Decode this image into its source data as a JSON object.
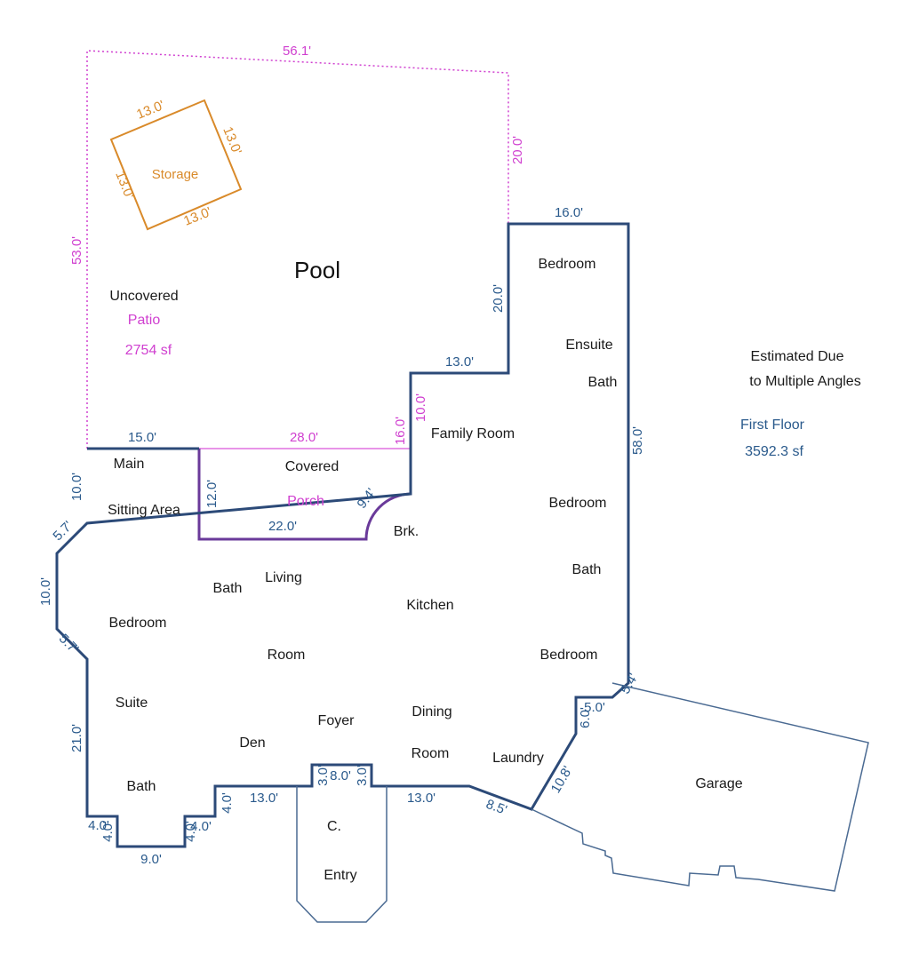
{
  "labels": {
    "pool": "Pool",
    "storage": "Storage",
    "uncovered": "Uncovered",
    "patio": "Patio",
    "patio_area": "2754 sf",
    "estimated_1": "Estimated Due",
    "estimated_2": "to Multiple Angles",
    "first_floor": "First Floor",
    "first_floor_area": "3592.3 sf",
    "covered": "Covered",
    "porch": "Porch"
  },
  "rooms": {
    "bedroom_top": "Bedroom",
    "ensuite": "Ensuite",
    "bath_ensuite": "Bath",
    "family_room": "Family Room",
    "bedroom_mid": "Bedroom",
    "bath_right": "Bath",
    "bedroom_right": "Bedroom",
    "main": "Main",
    "sitting_area": "Sitting Area",
    "brk": "Brk.",
    "bath_left": "Bath",
    "living": "Living",
    "kitchen": "Kitchen",
    "bedroom_left": "Bedroom",
    "room_living": "Room",
    "suite": "Suite",
    "foyer": "Foyer",
    "dining": "Dining",
    "den": "Den",
    "room_dining": "Room",
    "laundry": "Laundry",
    "bath_bottom": "Bath",
    "garage": "Garage",
    "c": "C.",
    "entry": "Entry"
  },
  "dimensions": {
    "d56_1": "56.1'",
    "d53_0": "53.0'",
    "d20_0_pink": "20.0'",
    "storage_top": "13.0'",
    "storage_right": "13.0'",
    "storage_left": "13.0'",
    "storage_bottom": "13.0'",
    "d16_0_top": "16.0'",
    "d20_0_blue": "20.0'",
    "d13_0_mid": "13.0'",
    "d10_0_pink": "10.0'",
    "d16_0_pink": "16.0'",
    "d58_0": "58.0'",
    "d15_0": "15.0'",
    "d28_0": "28.0'",
    "d10_0_left": "10.0'",
    "d12_0": "12.0'",
    "d9_4": "9.4'",
    "d22_0": "22.0'",
    "d5_7_top": "5.7'",
    "d10_0_left2": "10.0'",
    "d5_7_bottom": "5.7'",
    "d21_0": "21.0'",
    "d4_0_a": "4.0'",
    "d4_0_b": "4.0'",
    "d9_0": "9.0'",
    "d4_0_c": "4.0'",
    "d4_0_d": "4.0'",
    "d4_0_e": "4.0'",
    "d13_0_left": "13.0'",
    "d3_0_a": "3.0'",
    "d8_0": "8.0'",
    "d3_0_b": "3.0'",
    "d13_0_right": "13.0'",
    "d8_5": "8.5'",
    "d10_8": "10.8'",
    "d6_0": "6.0'",
    "d5_0": "5.0'",
    "d5_4": "5.4'"
  },
  "colors": {
    "house_outline": "#2c4a78",
    "porch_outline": "#6a3a9a",
    "pink": "#d040d0",
    "orange": "#d98a2a"
  }
}
